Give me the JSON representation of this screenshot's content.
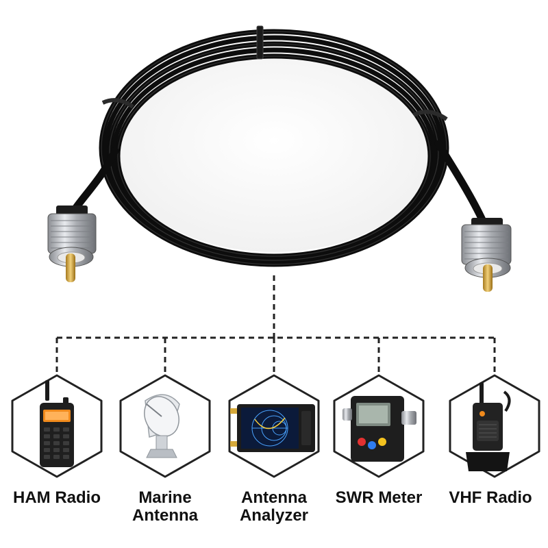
{
  "colors": {
    "cable": "#0f0f0f",
    "connector": "#b9bcc1",
    "pin": "#d6a93a",
    "hexagon_border": "#222222",
    "text": "#111111",
    "connector_line": "#222222"
  },
  "devices": [
    {
      "id": "ham-radio",
      "label_lines": [
        "HAM Radio"
      ],
      "icon": "walkie-talkie-icon"
    },
    {
      "id": "marine-antenna",
      "label_lines": [
        "Marine",
        "Antenna"
      ],
      "icon": "satellite-dish-icon"
    },
    {
      "id": "antenna-analyzer",
      "label_lines": [
        "Antenna",
        "Analyzer"
      ],
      "icon": "antenna-analyzer-icon"
    },
    {
      "id": "swr-meter",
      "label_lines": [
        "SWR Meter"
      ],
      "icon": "swr-meter-icon"
    },
    {
      "id": "vhf-radio",
      "label_lines": [
        "VHF Radio"
      ],
      "icon": "handheld-radio-icon"
    }
  ]
}
